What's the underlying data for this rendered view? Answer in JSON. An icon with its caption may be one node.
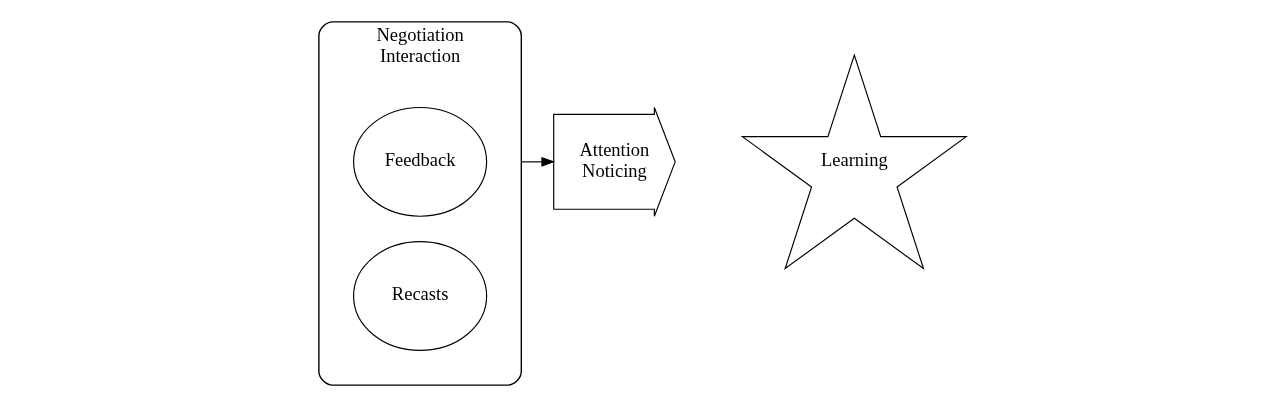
{
  "diagram": {
    "nodes": [
      {
        "text": [
          "Negotiation",
          "Interaction"
        ]
      },
      {
        "text": [
          "Feedback"
        ],
        "in": 0
      },
      {
        "text": [
          "Recasts"
        ],
        "in": 0
      },
      {
        "text": [
          "Attention",
          "Noticing"
        ]
      },
      {
        "text": [
          "Learning"
        ]
      }
    ],
    "edges": [
      {
        "from": 0,
        "to": 3,
        "arrow": "to"
      }
    ]
  }
}
